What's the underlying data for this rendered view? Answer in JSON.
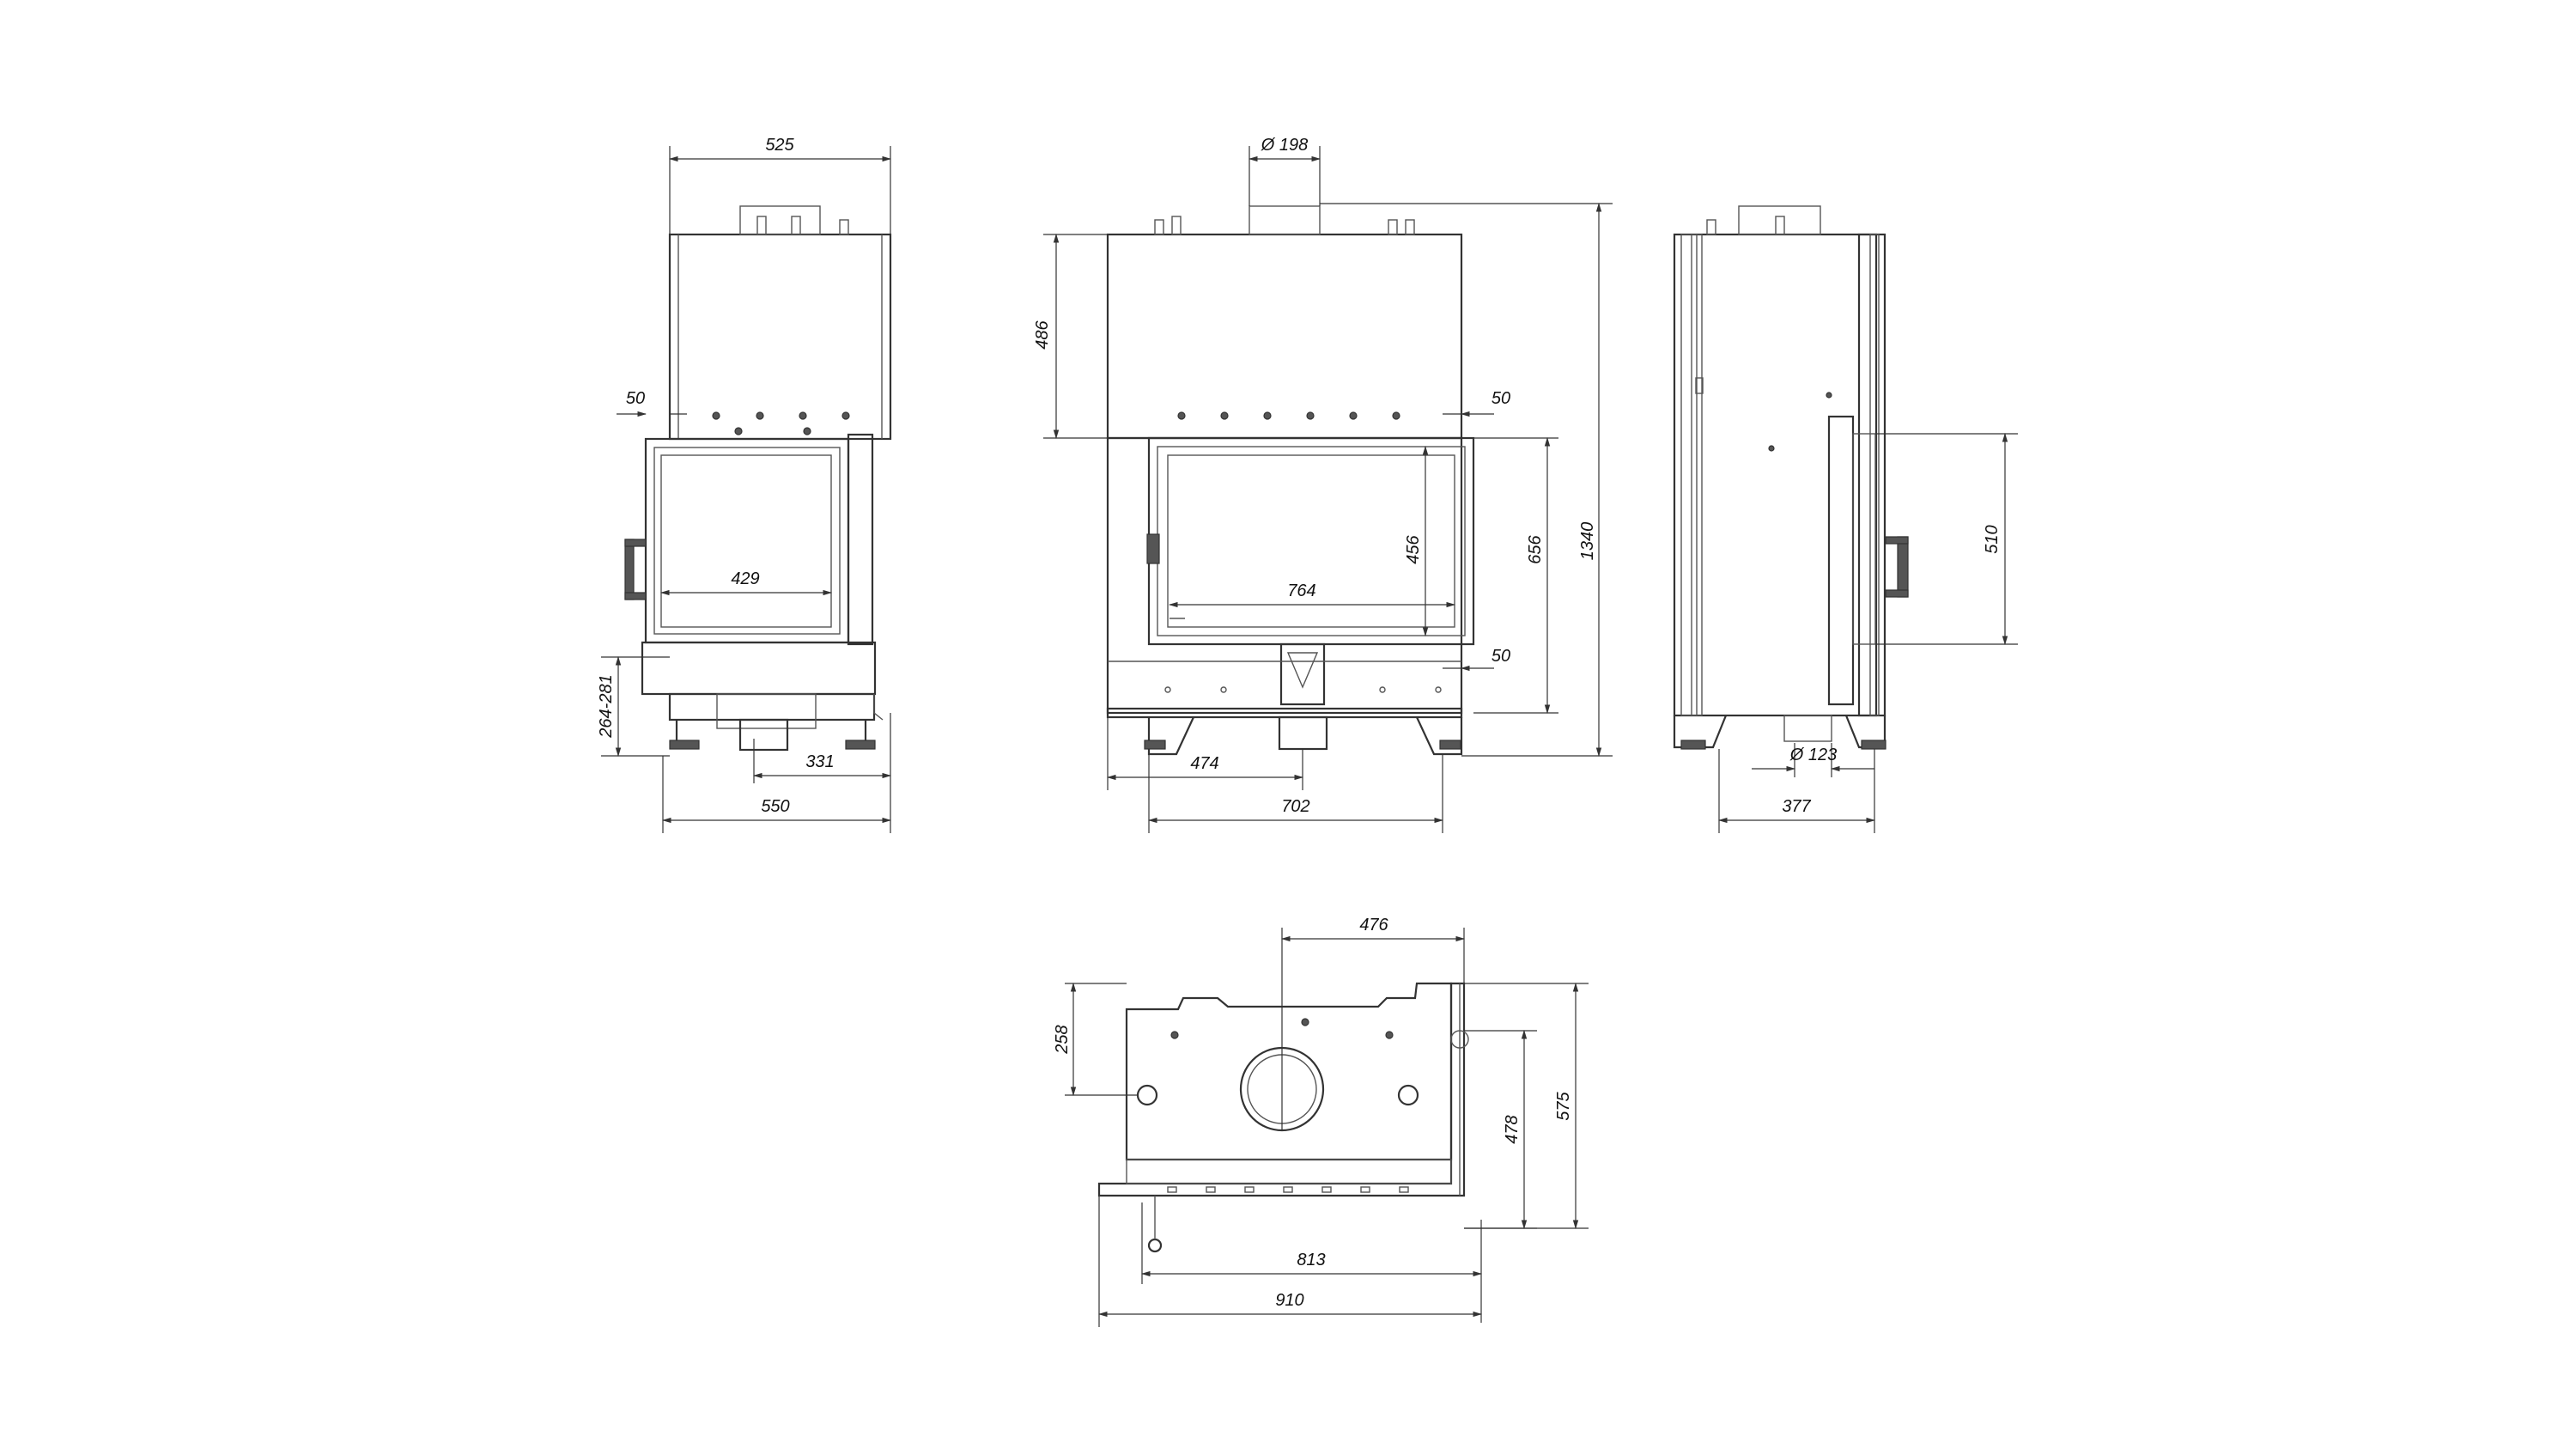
{
  "dimensions": {
    "front_top_width": "525",
    "front_base_width": "550",
    "front_glass_width": "429",
    "front_frame_offset": "50",
    "front_leg_height": "264-281",
    "front_outlet_offset": "331",
    "flue_diameter": "Ø 198",
    "main_upper_height": "486",
    "main_total_height": "1340",
    "main_door_height": "656",
    "main_glass_height": "456",
    "main_glass_width": "764",
    "main_frame_offset_top": "50",
    "main_frame_offset_bottom": "50",
    "main_outlet_offset": "474",
    "main_base_width": "702",
    "side_handle_height": "510",
    "inlet_diameter": "Ø 123",
    "side_depth": "377",
    "plan_center_offset": "476",
    "plan_depth_front": "258",
    "plan_depth_inner": "478",
    "plan_depth_total": "575",
    "plan_inner_width": "813",
    "plan_total_width": "910"
  }
}
